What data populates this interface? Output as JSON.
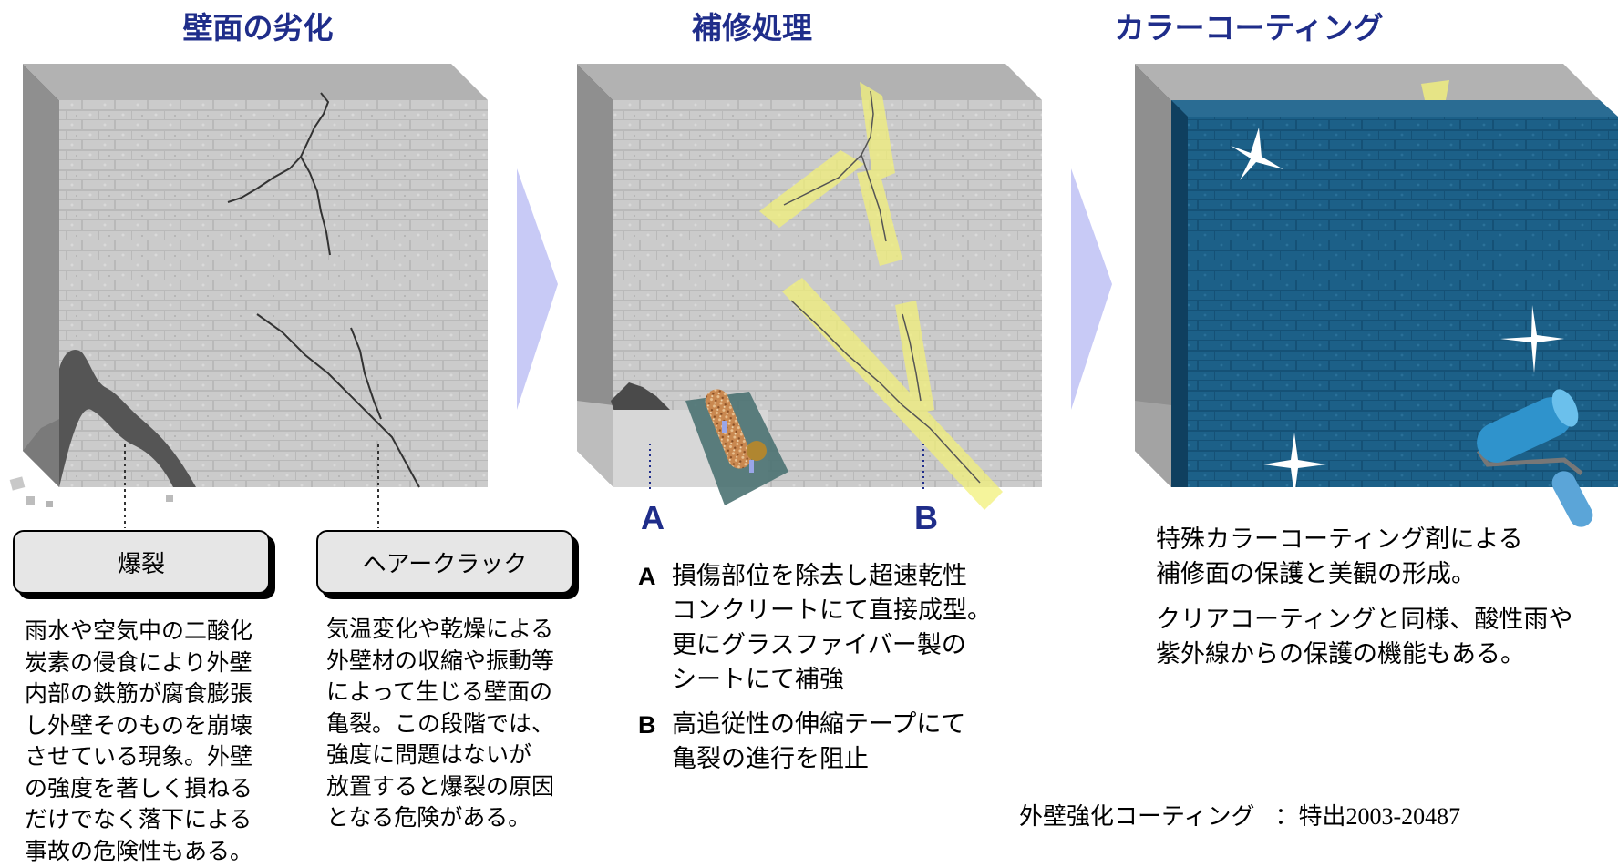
{
  "titles": {
    "deterioration": "壁面の劣化",
    "repair": "補修処理",
    "coating": "カラーコーティング"
  },
  "callouts": {
    "spalling": "爆裂",
    "hair_crack": "ヘアークラック"
  },
  "spalling_desc": [
    "雨水や空気中の二酸化",
    "炭素の侵食により外壁",
    "内部の鉄筋が腐食膨張",
    "し外壁そのものを崩壊",
    "させている現象。外壁",
    "の強度を著しく損ねる",
    "だけでなく落下による",
    "事故の危険性もある。"
  ],
  "hair_crack_desc": [
    "気温変化や乾燥による",
    "外壁材の収縮や振動等",
    "によって生じる壁面の",
    "亀裂。この段階では、",
    "強度に問題はないが",
    "放置すると爆裂の原因",
    "となる危険がある。"
  ],
  "markers": {
    "a": "A",
    "b": "B"
  },
  "repair_items": [
    {
      "label": "A",
      "lines": [
        "損傷部位を除去し超速乾性",
        "コンクリートにて直接成型。",
        "更にグラスファイバー製の",
        "シートにて補強"
      ]
    },
    {
      "label": "B",
      "lines": [
        "高追従性の伸縮テープにて",
        "亀裂の進行を阻止"
      ]
    }
  ],
  "coating_desc": {
    "line1": "特殊カラーコーティング剤による",
    "line2": "補修面の保護と美観の形成。",
    "line3": "クリアコーティングと同様、酸性雨や",
    "line4": "紫外線からの保護の機能もある。"
  },
  "patent": {
    "label": "外壁強化コーティング",
    "sep": "：",
    "prefix": "特出",
    "number": "2003-20487"
  },
  "colors": {
    "title": "#1f2d8a",
    "wall_front": "#c9c9c9",
    "wall_side": "#8f8f8f",
    "wall_top": "#b4b4b4",
    "coating": "#1a5e86",
    "arrow": "#c8caf6",
    "tape": "#f2f07a"
  }
}
